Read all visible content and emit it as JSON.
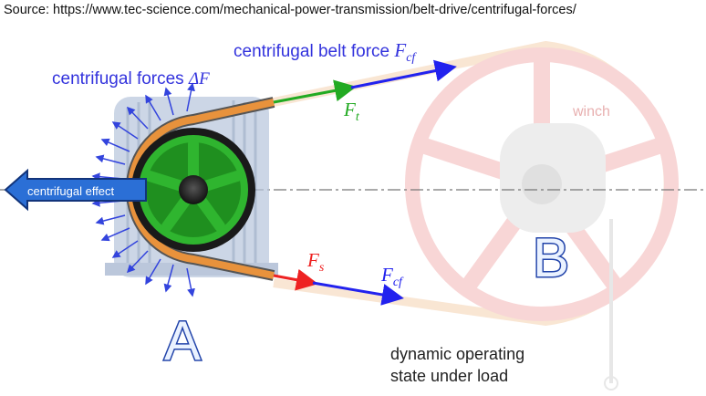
{
  "source_text": "Source:  https://www.tec-science.com/mechanical-power-transmission/belt-drive/centrifugal-forces/",
  "labels": {
    "belt_force_prefix": "centrifugal belt force ",
    "belt_force_symbol": "F",
    "belt_force_sub": "cf",
    "forces_prefix": "centrifugal forces ",
    "forces_symbol": "ΔF",
    "effect": "centrifugal effect",
    "ft_symbol": "F",
    "ft_sub": "t",
    "fs_symbol": "F",
    "fs_sub": "s",
    "fcf_symbol": "F",
    "fcf_sub": "cf",
    "winch": "winch",
    "pulley_a": "A",
    "pulley_b": "B",
    "state_line1": "dynamic operating",
    "state_line2": "state under load"
  },
  "colors": {
    "label_blue": "#3333dd",
    "force_green": "#22aa22",
    "force_red": "#ee2222",
    "force_blue": "#2222ee",
    "belt": "#e8a060",
    "pulley_green": "#22aa22",
    "pulley_b_red": "#f09a9a"
  }
}
